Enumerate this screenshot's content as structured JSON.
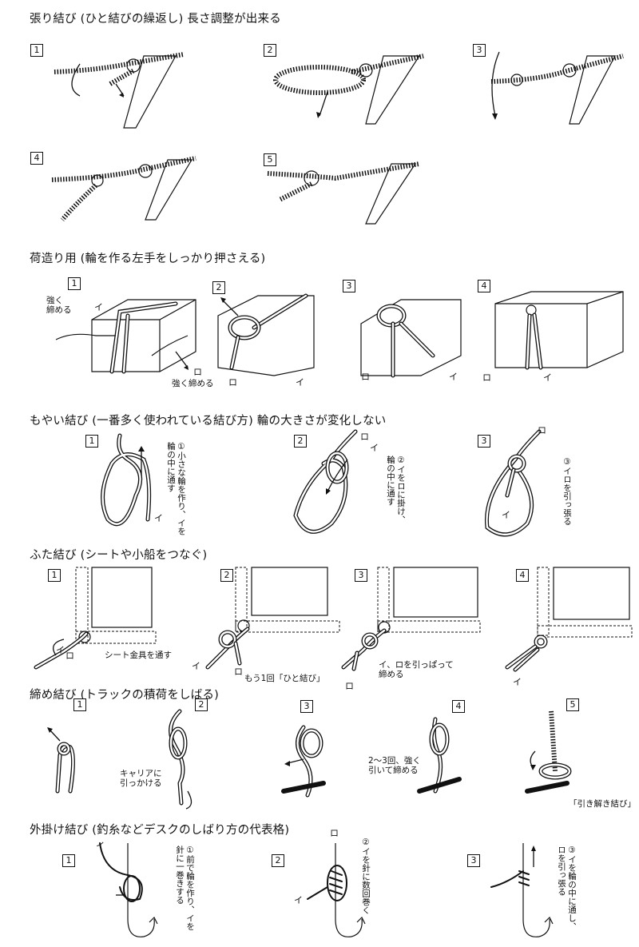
{
  "sections": [
    {
      "title": "張り結び (ひと結びの繰返し) 長さ調整が出来る"
    },
    {
      "title": "荷造り用 (輪を作る左手をしっかり押さえる)"
    },
    {
      "title": "もやい結び (一番多く使われている結び方) 輪の大きさが変化しない"
    },
    {
      "title": "ふた結び (シートや小船をつなぐ)"
    },
    {
      "title": "締め結び (トラックの積荷をしばる)"
    },
    {
      "title": "外掛け結び (釣糸などデスクのしばり方の代表格)"
    }
  ],
  "steps": [
    "1",
    "2",
    "3",
    "4",
    "5"
  ],
  "kana": {
    "i": "イ",
    "ro": "ロ"
  },
  "notes": {
    "tsuyoku_shimeru_left": "強く\n締める",
    "tsuyoku_shimeru": "強く締める",
    "moyai_1": "①小さな輪を作り、イを\n輪の中に通す",
    "moyai_2": "②イをロに掛け、\n輪の中に通す",
    "moyai_3": "③イロを引っ張る",
    "futa_1": "シート金具を通す",
    "futa_2": "もう1回「ひと結び」",
    "futa_3": "イ、ロを引っぱって\n締める",
    "shime_2": "キャリアに\n引っかける",
    "shime_4": "2〜3回、強く\n引いて締める",
    "shime_5": "「引き解き結び」",
    "sotokake_1": "①前で輪を作り、イを\n針に一巻きする",
    "sotokake_2": "②イを針に数回巻く",
    "sotokake_3": "③イを輪の中に通し、\nロを引っ張る"
  }
}
